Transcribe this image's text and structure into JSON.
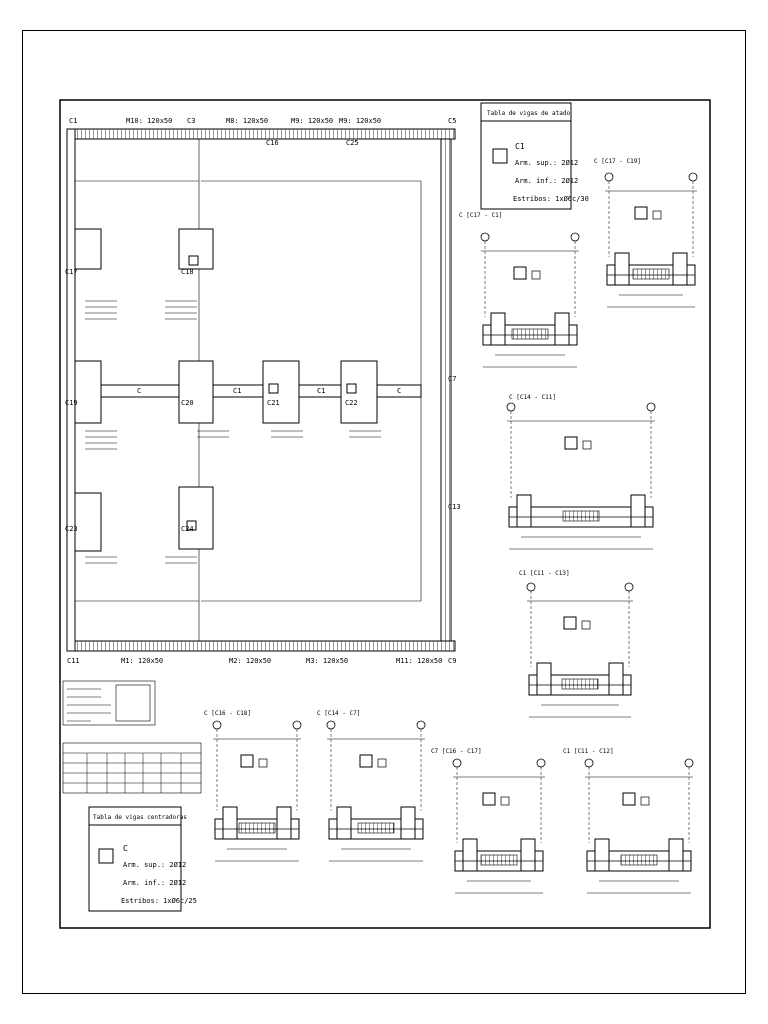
{
  "plan": {
    "beam_labels_top": [
      "M10: 120x50",
      "M8: 120x50",
      "M9: 120x50",
      "M9: 120x50"
    ],
    "beam_labels_bottom": [
      "M1: 120x50",
      "M2: 120x50",
      "M3: 120x50",
      "M11: 120x50"
    ],
    "col_labels": [
      "C1",
      "C3",
      "C5",
      "C7",
      "C9",
      "C11",
      "C13",
      "C16",
      "C17",
      "C18",
      "C19",
      "C20",
      "C21",
      "C22",
      "C23",
      "C24",
      "C25"
    ],
    "beam_tags": [
      "C",
      "C1",
      "C1",
      "C"
    ]
  },
  "detail_top": {
    "title": "Tabla de vigas de atado",
    "code": "C1",
    "line1": "Arm. sup.: 2Ø12",
    "line2": "Arm. inf.: 2Ø12",
    "line3": "Estribos: 1xØ6c/30"
  },
  "detail_bottom": {
    "title": "Tabla de vigas centradoras",
    "code": "C",
    "line1": "Arm. sup.: 2Ø12",
    "line2": "Arm. inf.: 2Ø12",
    "line3": "Estribos: 1xØ6c/25"
  },
  "sections": {
    "s1": "C [C17 - C1]",
    "s2": "C [C17 - C19]",
    "s3": "C [C14 - C11]",
    "s4": "C1 [C11 - C13]",
    "s5": "C [C16 - C18]",
    "s6": "C [C14 - C7]",
    "s7": "C7 [C16 - C17]",
    "s8": "C1 [C11 - C12]"
  }
}
